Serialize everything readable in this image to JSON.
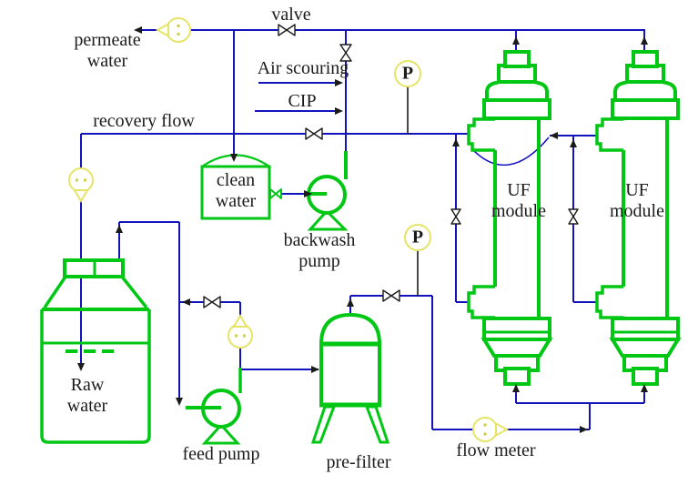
{
  "labels": {
    "permeate_water": "permeate\nwater",
    "valve": "valve",
    "air_scouring": "Air scouring",
    "cip": "CIP",
    "recovery_flow": "recovery flow",
    "clean_water": "clean\nwater",
    "backwash_pump": "backwash\npump",
    "raw_water": "Raw\nwater",
    "feed_pump": "feed pump",
    "pre_filter": "pre-filter",
    "flow_meter": "flow meter",
    "uf_module_left": "UF\nmodule",
    "uf_module_right": "UF\nmodule",
    "pressure_gauge": "P"
  },
  "colors": {
    "pipe_blue": "#1313bd",
    "equip_green": "#00c714",
    "instr_yellow": "#e6e466",
    "instr_dot": "#d2cf52",
    "ink": "#1b1b1b",
    "bg": "#ffffff"
  }
}
